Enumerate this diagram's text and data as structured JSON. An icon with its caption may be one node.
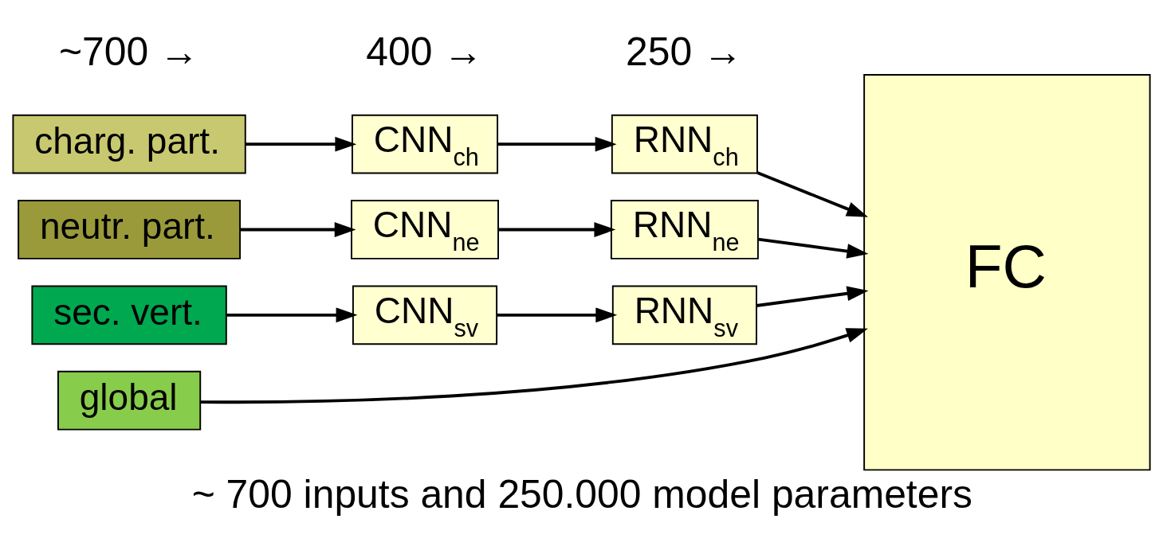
{
  "diagram": {
    "caption": "~ 700 inputs and 250.000 model parameters",
    "nodes": [
      {
        "text": [
          "charg. part."
        ]
      },
      {
        "text": [
          "neutr. part."
        ]
      },
      {
        "text": [
          "sec. vert."
        ]
      },
      {
        "text": [
          "global"
        ]
      },
      {
        "text": [
          "CNN$_{ch}$"
        ]
      },
      {
        "text": [
          "CNN$_{ne}$"
        ]
      },
      {
        "text": [
          "CNN$_{sv}$"
        ]
      },
      {
        "text": [
          "RNN$_{ch}$"
        ]
      },
      {
        "text": [
          "RNN$_{ne}$"
        ]
      },
      {
        "text": [
          "RNN$_{sv}$"
        ]
      },
      {
        "text": [
          "FC"
        ]
      }
    ],
    "edges": [
      {
        "from": 0,
        "to": 4,
        "arrow": "to"
      },
      {
        "from": 1,
        "to": 5,
        "arrow": "to"
      },
      {
        "from": 2,
        "to": 6,
        "arrow": "to"
      },
      {
        "from": 4,
        "to": 7,
        "arrow": "to"
      },
      {
        "from": 5,
        "to": 8,
        "arrow": "to"
      },
      {
        "from": 6,
        "to": 9,
        "arrow": "to"
      },
      {
        "from": 7,
        "to": 10,
        "arrow": "to"
      },
      {
        "from": 8,
        "to": 10,
        "arrow": "to"
      },
      {
        "from": 9,
        "to": 10,
        "arrow": "to"
      },
      {
        "from": 3,
        "to": 10,
        "arrow": "to"
      }
    ],
    "labels": [
      "~700 →",
      "400 →",
      "250 →"
    ]
  }
}
